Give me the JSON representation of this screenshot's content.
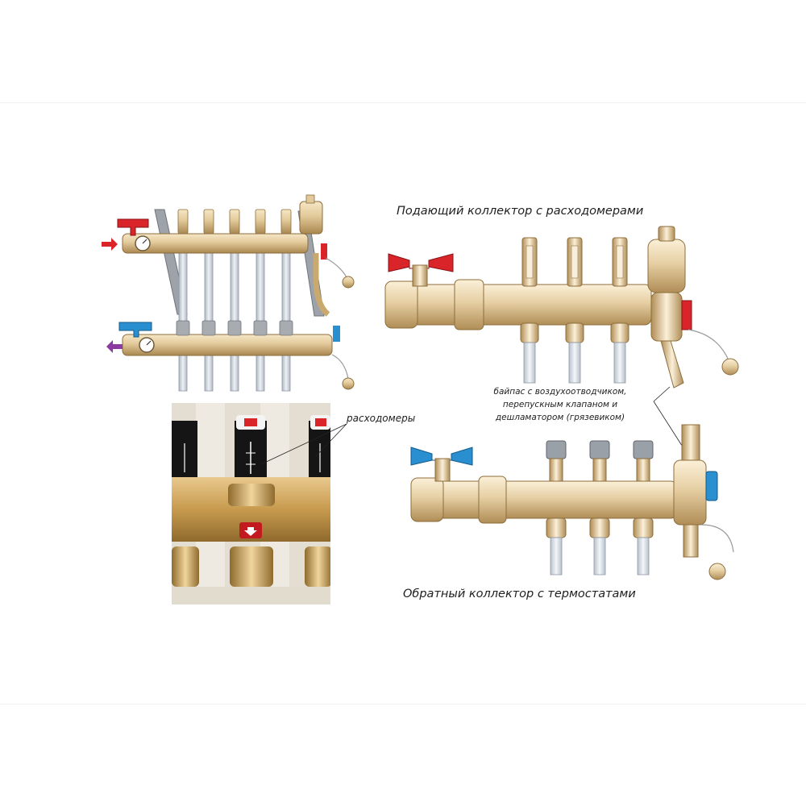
{
  "captions": {
    "supply_manifold": "Подающий коллектор с расходомерами",
    "return_manifold": "Обратный коллектор с термостатами",
    "flowmeters": "расходомеры",
    "bypass_line1": "байпас с воздухоотводчиком,",
    "bypass_line2": "перепускным клапаном и",
    "bypass_line3": "дешламатором (грязевиком)"
  },
  "colors": {
    "brass": "#e2c99a",
    "brass_dark": "#b8955b",
    "handle_supply": "#d9252a",
    "handle_return": "#2a8fd0",
    "arrow_supply": "#d9252a",
    "arrow_return": "#8a3aa0",
    "pipe": "#cfd6de",
    "bracket": "#9ea3aa"
  },
  "icons": {
    "supply_arrow": "arrow-right-icon",
    "return_arrow": "arrow-left-icon"
  }
}
